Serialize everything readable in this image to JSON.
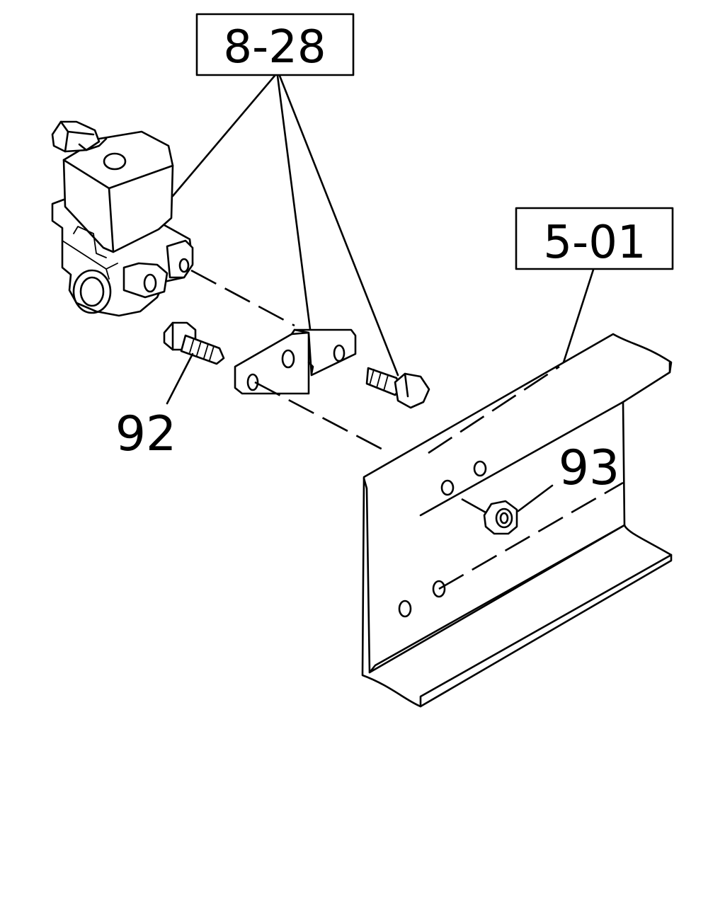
{
  "callouts": {
    "assembly_ref": "8-28",
    "frame_ref": "5-01"
  },
  "part_numbers": {
    "bolt": "92",
    "nut": "93"
  }
}
